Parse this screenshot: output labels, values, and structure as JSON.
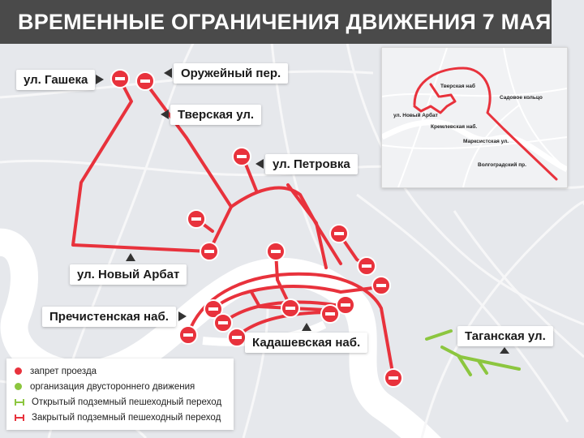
{
  "title": "ВРЕМЕННЫЕ ОГРАНИЧЕНИЯ ДВИЖЕНИЯ 7 МАЯ",
  "colors": {
    "closure_red": "#e8323c",
    "two_way_green": "#8cc63f",
    "water": "#ffffff",
    "land": "#e6e8ec",
    "title_bg": "#4a4a4a"
  },
  "labels": {
    "gasheka": "ул. Гашека",
    "oruzheiny": "Оружейный пер.",
    "tverskaya": "Тверская ул.",
    "petrovka": "ул. Петровка",
    "novy_arbat": "ул. Новый Арбат",
    "prechistenskaya": "Пречистенская наб.",
    "kadashevskaya": "Кадашевская наб.",
    "taganskaya": "Таганская ул."
  },
  "inset": {
    "tverskaya": "Тверская наб",
    "sadovoe": "Садовое кольцо",
    "novy_arbat": "ул. Новый Арбат",
    "kremlevskaya": "Кремлевская наб.",
    "marksistskaya": "Марксистская ул.",
    "volgogradsky": "Волгоградский пр."
  },
  "legend": [
    {
      "text": "запрет проезда",
      "icon": "red-dot"
    },
    {
      "text": "организация двустороннего движения",
      "icon": "green-dot"
    },
    {
      "text": "Открытый подземный пешеходный переход",
      "icon": "green-crossing"
    },
    {
      "text": "Закрытый подземный пешеходный переход",
      "icon": "red-crossing"
    }
  ]
}
